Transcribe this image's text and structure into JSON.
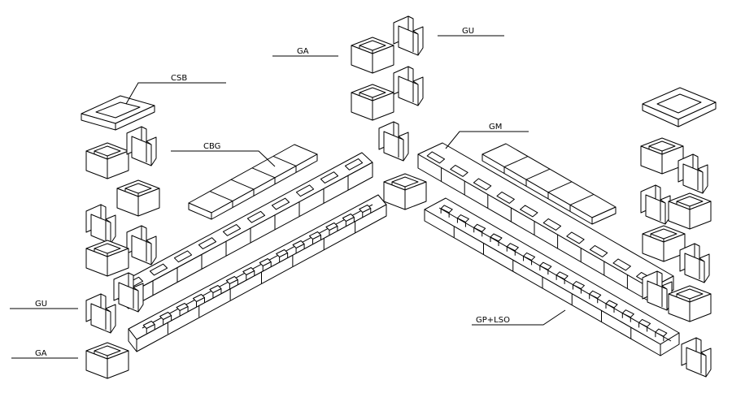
{
  "labels": {
    "gu_top": "GU",
    "ga_top": "GA",
    "csb": "CSB",
    "cbg": "CBG",
    "gm": "GM",
    "gu_left": "GU",
    "ga_left": "GA",
    "gp_lso": "GP+LSO"
  },
  "colors": {
    "ink": "#000000",
    "paper": "#ffffff"
  }
}
